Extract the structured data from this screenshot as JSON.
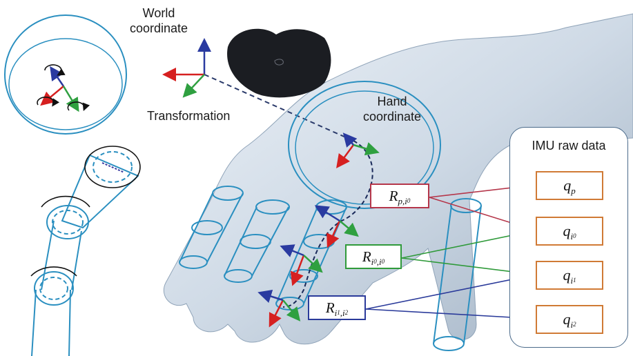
{
  "labels": {
    "world_line1": "World",
    "world_line2": "coordinate",
    "transformation": "Transformation",
    "hand_line1": "Hand",
    "hand_line2": "coordinate",
    "imu_title": "IMU raw data"
  },
  "imu_items": [
    {
      "symbol": "q",
      "sub": "p",
      "subsub": ""
    },
    {
      "symbol": "q",
      "sub": "i",
      "subsub": "0"
    },
    {
      "symbol": "q",
      "sub": "i",
      "subsub": "1"
    },
    {
      "symbol": "q",
      "sub": "i",
      "subsub": "2"
    }
  ],
  "rotations": [
    {
      "symbol": "R",
      "sub": "p,i",
      "subsub": "0",
      "color": "#b5364a"
    },
    {
      "symbol": "R",
      "sub": "i",
      "subsub": "0",
      "sub2": ",i",
      "subsub2": "0",
      "color": "#2f9a3a"
    },
    {
      "symbol": "R",
      "sub": "i",
      "subsub": "1",
      "sub2": ",i",
      "subsub2": "2",
      "color": "#2a3a9a"
    }
  ],
  "colors": {
    "joint_outline": "#2a8fc0",
    "imu_box_border": "#d07a35",
    "axis_red": "#d62020",
    "axis_green": "#2fa040",
    "axis_blue": "#2a3aa0"
  }
}
